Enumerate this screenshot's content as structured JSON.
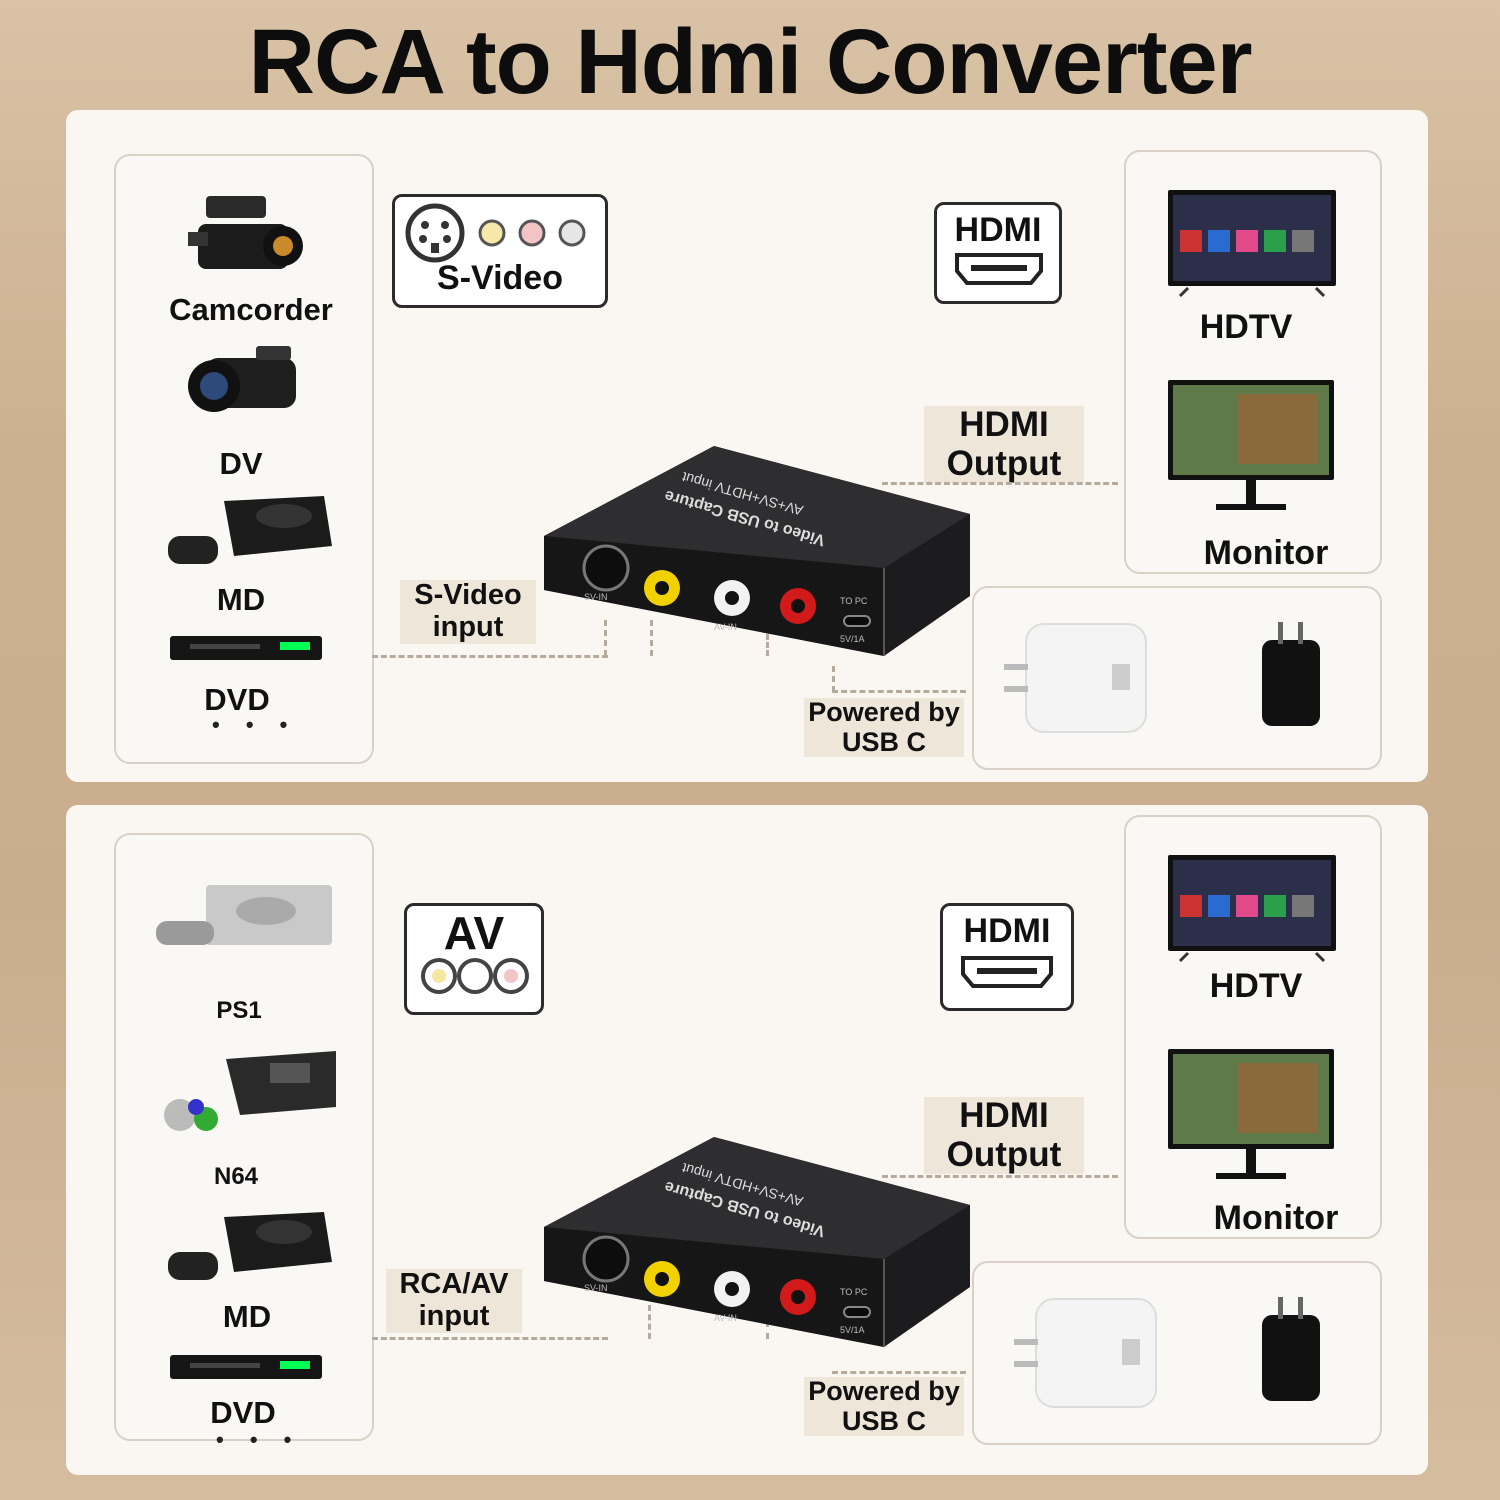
{
  "title": "RCA to Hdmi Converter",
  "panel1": {
    "devices": [
      "Camcorder",
      "DV",
      "MD",
      "DVD"
    ],
    "more": "• • •",
    "input_badge": "S-Video",
    "hdmi_badge": "HDMI",
    "input_tag": "S-Video\ninput",
    "output_tag": "HDMI\nOutput",
    "power_tag": "Powered by\nUSB C",
    "displays": [
      "HDTV",
      "Monitor"
    ]
  },
  "panel2": {
    "devices": [
      "PS1",
      "N64",
      "MD",
      "DVD"
    ],
    "more": "• • •",
    "input_badge": "AV",
    "hdmi_badge": "HDMI",
    "input_tag": "RCA/AV\ninput",
    "output_tag": "HDMI\nOutput",
    "power_tag": "Powered by\nUSB C",
    "displays": [
      "HDTV",
      "Monitor"
    ]
  },
  "converter": {
    "top_text_1": "Video to USB Capture",
    "top_text_2": "AV+SV+HDTV input",
    "port_sv": "SV-IN",
    "port_av": "AV-IN",
    "port_pc": "TO PC",
    "port_power": "5V/1A"
  },
  "colors": {
    "yellow": "#f2d100",
    "white": "#f2f2f2",
    "red": "#d21a1a",
    "body": "#1c1c1e"
  }
}
